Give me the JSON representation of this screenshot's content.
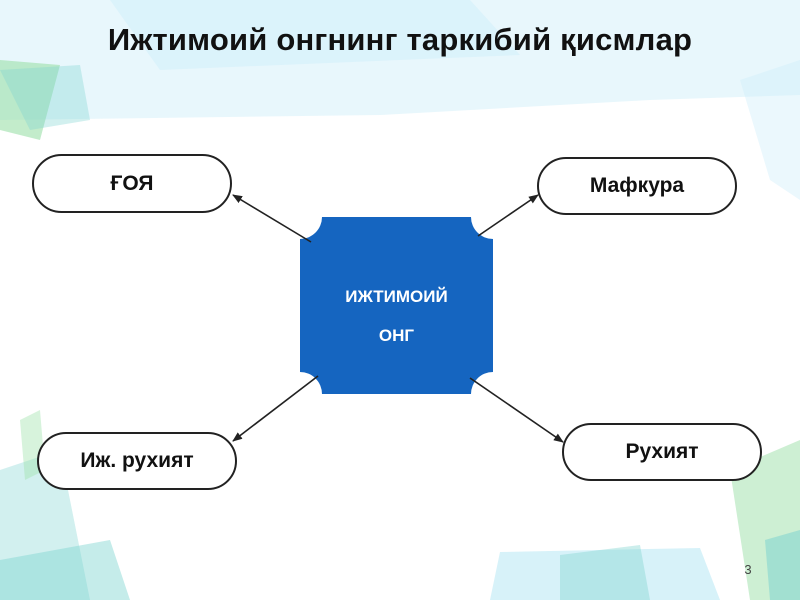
{
  "slide": {
    "title": "Ижтимоий онгнинг таркибий қисмлар",
    "page_number": "3"
  },
  "diagram": {
    "center": {
      "line1": "ИЖТИМОИЙ",
      "line2": "ОНГ",
      "fill": "#1565C0"
    },
    "nodes": {
      "goya": "ҒОЯ",
      "mafkura": "Мафкура",
      "ij_ruhiyat": "Иж. рухият",
      "ruhiyat": "Рухият"
    },
    "arrow_color": "#222222"
  },
  "theme": {
    "decor_colors": [
      "#7FD4D0",
      "#9BE0A8",
      "#BDE9F5"
    ]
  }
}
